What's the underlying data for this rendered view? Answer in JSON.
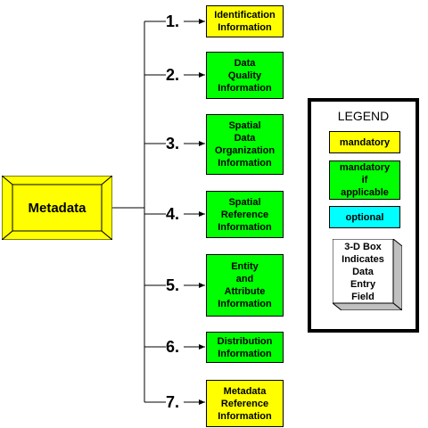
{
  "colors": {
    "mandatory": "#ffff00",
    "mandatory_if_applicable": "#00ff00",
    "optional": "#00ffff",
    "box_3d_face": "#ffffff",
    "box_3d_side": "#c0c0c0"
  },
  "root": {
    "label": "Metadata"
  },
  "sections": [
    {
      "number": "1.",
      "label": "Identification\nInformation",
      "status": "mandatory"
    },
    {
      "number": "2.",
      "label": "Data\nQuality\nInformation",
      "status": "mandatory_if_applicable"
    },
    {
      "number": "3.",
      "label": "Spatial\nData\nOrganization\nInformation",
      "status": "mandatory_if_applicable"
    },
    {
      "number": "4.",
      "label": "Spatial\nReference\nInformation",
      "status": "mandatory_if_applicable"
    },
    {
      "number": "5.",
      "label": "Entity\nand\nAttribute\nInformation",
      "status": "mandatory_if_applicable"
    },
    {
      "number": "6.",
      "label": "Distribution\nInformation",
      "status": "mandatory_if_applicable"
    },
    {
      "number": "7.",
      "label": "Metadata\nReference\nInformation",
      "status": "mandatory"
    }
  ],
  "legend": {
    "title": "LEGEND",
    "mandatory": "mandatory",
    "mandatory_if_applicable": "mandatory\nif\napplicable",
    "optional": "optional",
    "box_3d": "3-D Box\nIndicates\nData\nEntry\nField"
  }
}
